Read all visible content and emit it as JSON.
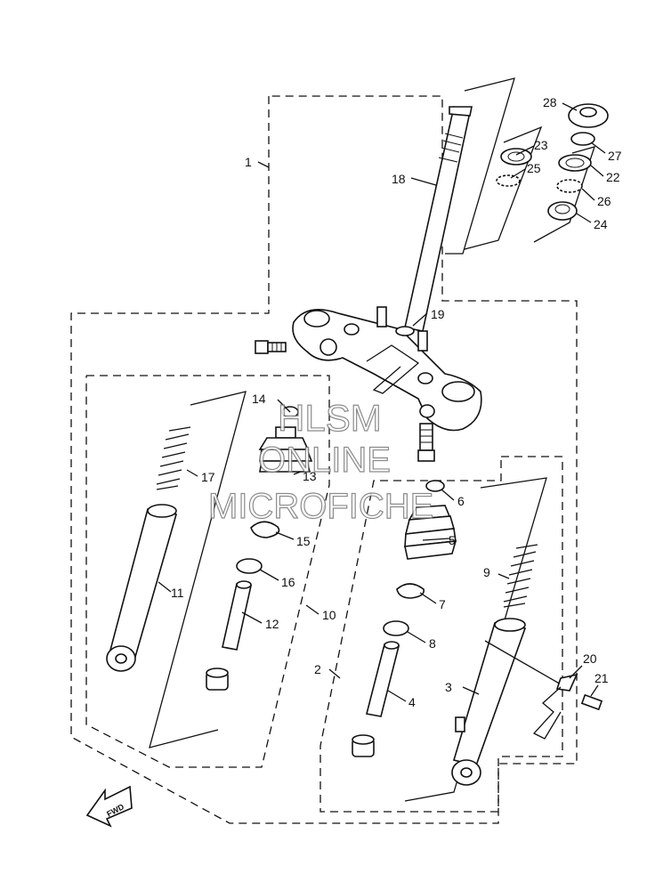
{
  "diagram": {
    "labels": {
      "p1": "1",
      "p2": "2",
      "p3": "3",
      "p4": "4",
      "p5": "5",
      "p6": "6",
      "p7": "7",
      "p8": "8",
      "p9": "9",
      "p10": "10",
      "p11": "11",
      "p12": "12",
      "p13": "13",
      "p14": "14",
      "p15": "15",
      "p16": "16",
      "p17": "17",
      "p18": "18",
      "p19": "19",
      "p20": "20",
      "p21": "21",
      "p22": "22",
      "p23": "23",
      "p24": "24",
      "p25": "25",
      "p26": "26",
      "p27": "27",
      "p28": "28"
    },
    "watermark": {
      "line1": "HLSM",
      "line2": "ONLINE",
      "line3": "MICROFICHE"
    },
    "fwd_arrow": "FWD"
  }
}
